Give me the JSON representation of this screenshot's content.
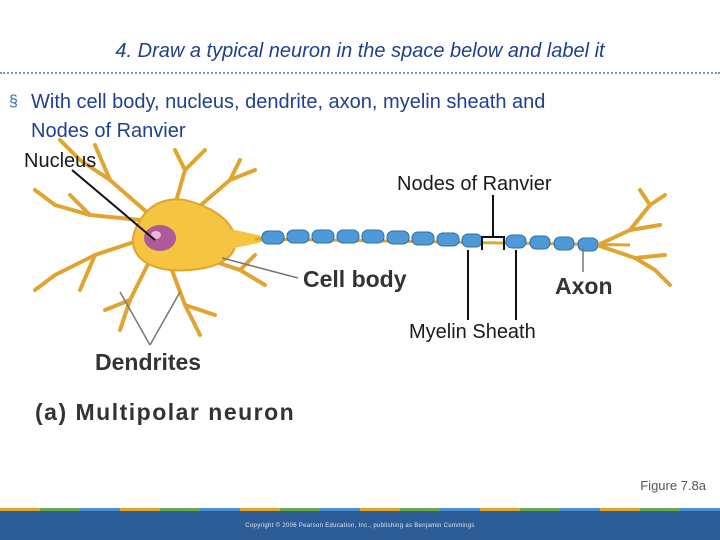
{
  "slide": {
    "title": "4. Draw a typical neuron in the space below and label it",
    "bullet_line1": "With cell body, nucleus, dendrite, axon, myelin sheath and",
    "bullet_line2": "Nodes of Ranvier"
  },
  "diagram": {
    "labels": {
      "nucleus": "Nucleus",
      "nodes_of_ranvier": "Nodes of Ranvier",
      "cell_body": "Cell body",
      "axon": "Axon",
      "myelin_sheath": "Myelin Sheath",
      "dendrites": "Dendrites",
      "caption": "(a)  Multipolar neuron"
    },
    "colors": {
      "cell_body": "#f5c542",
      "nucleus": "#b05a9b",
      "myelin": "#4f9ad6",
      "axon": "#e0a531"
    }
  },
  "footer": {
    "figure_ref": "Figure 7.8a",
    "copyright": "Copyright © 2006 Pearson Education, Inc., publishing as Benjamin Cummings"
  }
}
